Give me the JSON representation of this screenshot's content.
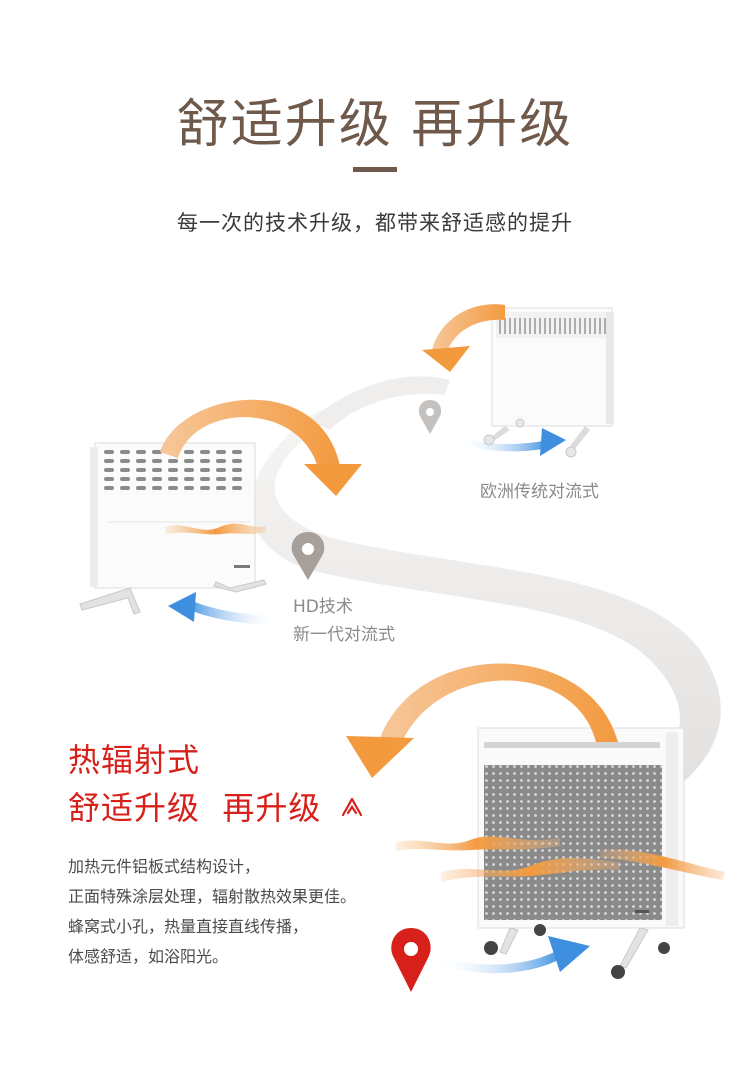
{
  "header": {
    "title": "舒适升级  再升级",
    "subtitle": "每一次的技术升级，都带来舒适感的提升"
  },
  "stages": [
    {
      "label": "欧洲传统对流式"
    },
    {
      "label_line1": "HD技术",
      "label_line2": "新一代对流式"
    }
  ],
  "highlight": {
    "line1": "热辐射式",
    "line2": "舒适升级  再升级",
    "icon": "sparkle-icon"
  },
  "description": [
    "加热元件铝板式结构设计，",
    "正面特殊涂层处理，辐射散热效果更佳。",
    "蜂窝式小孔，热量直接直线传播，",
    "体感舒适，如浴阳光。"
  ],
  "colors": {
    "brown": "#6f594a",
    "red": "#d7201a",
    "orange": "#f5a04a",
    "blue": "#3e8fe0",
    "path_gray": "#e7e5e3"
  }
}
